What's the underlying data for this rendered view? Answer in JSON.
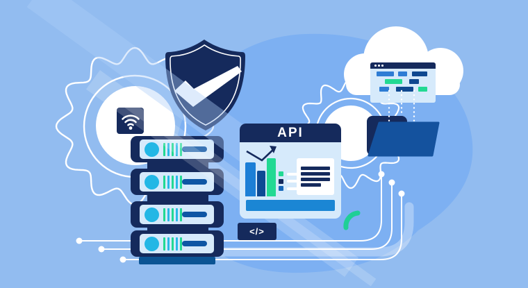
{
  "scene": {
    "background_color": "#92bcf0",
    "blob_color": "#7db0f2",
    "navy": "#152a5c",
    "blue": "#1c7fd6",
    "dark_blue": "#0d4a94",
    "folder_blue": "#14529e",
    "green": "#22d993",
    "cyan": "#23b7e5",
    "panel_light_blue": "#d6eafb",
    "line_color": "#ffffff"
  },
  "api_window": {
    "title": "API",
    "chart": {
      "type": "bar",
      "bars": [
        {
          "color": "#1c7fd6",
          "height": 49
        },
        {
          "color": "#0d4a94",
          "height": 37
        },
        {
          "color": "#22d993",
          "height": 55
        }
      ],
      "trend_arrow": "up"
    },
    "checklist": [
      {
        "bullet_color": "#22d993"
      },
      {
        "bullet_color": "#152a5c"
      },
      {
        "bullet_color": "#1567b8"
      }
    ],
    "text_card_lines": 4,
    "button_color": "#1b86d4"
  },
  "code_badge": {
    "label": "</>"
  },
  "code_window": {
    "header_dots": 3,
    "rows": [
      [
        {
          "w": 25,
          "color": "#2e7cd4"
        },
        {
          "w": 13,
          "color": "#2e7cd4"
        },
        {
          "w": 22,
          "color": "#0f4890"
        }
      ],
      [
        {
          "w": 25,
          "color": "#22d993"
        },
        {
          "w": 14,
          "color": "#0f4890"
        }
      ],
      [
        {
          "w": 14,
          "color": "#2e7cd4"
        },
        {
          "w": 25,
          "color": "#0f4890"
        },
        {
          "w": 13,
          "color": "#22d993"
        }
      ]
    ]
  },
  "servers": {
    "count": 4,
    "unit_tops": [
      196,
      243,
      290,
      332
    ],
    "led_color": "#23b7e5",
    "bar_colors": [
      "#22d993",
      "#29b8e8",
      "#22d993",
      "#29b8e8",
      "#22d993"
    ]
  },
  "icons": {
    "wifi": "wifi-icon",
    "shield_check": "shield-check-icon",
    "gears": "gear-icon",
    "cloud": "cloud-icon",
    "folder": "folder-icon",
    "code": "code-icon"
  }
}
